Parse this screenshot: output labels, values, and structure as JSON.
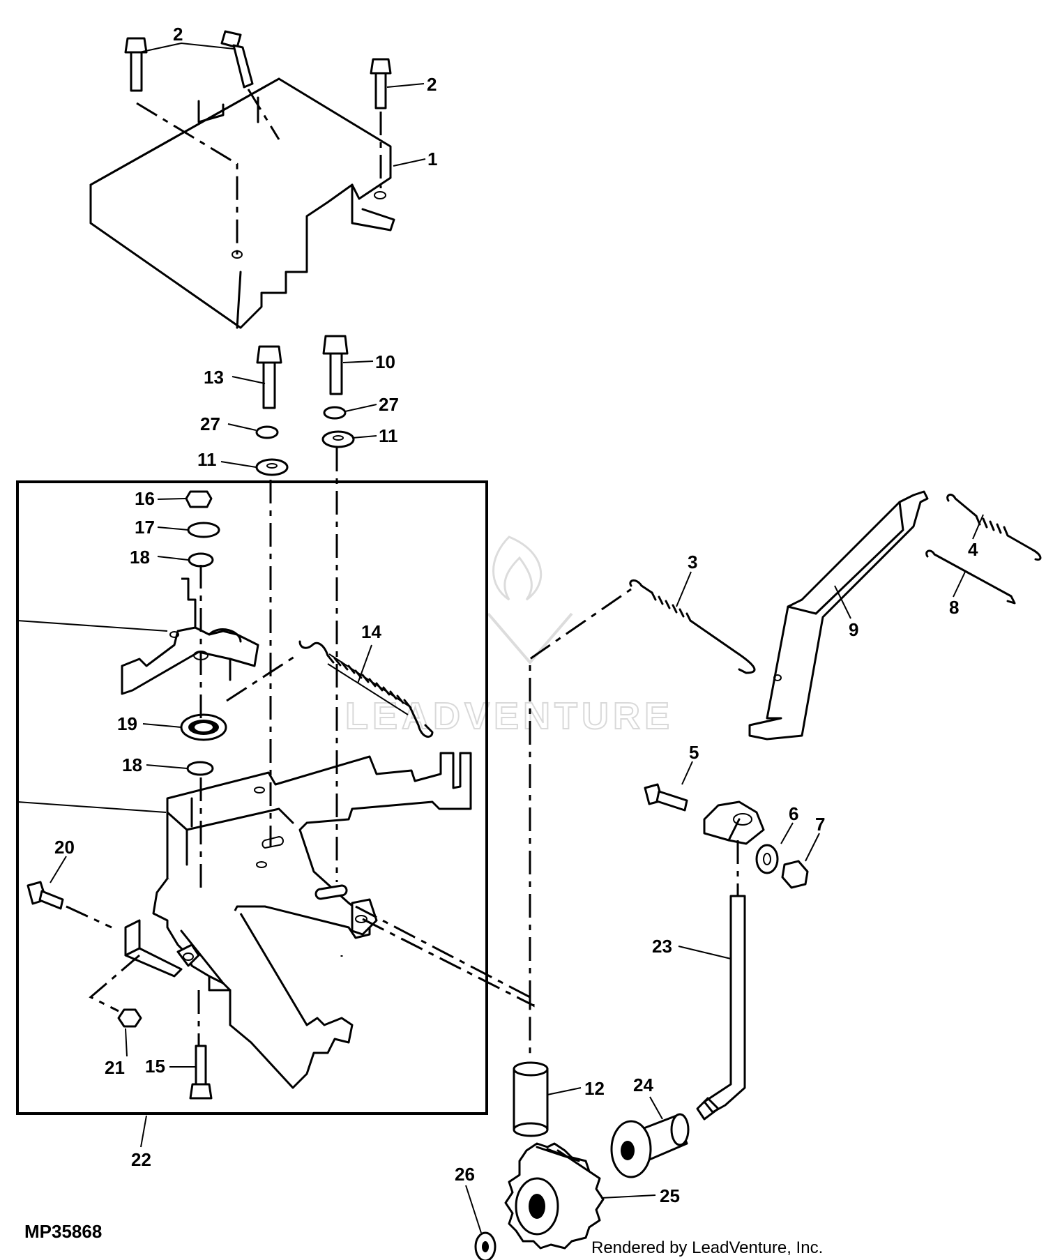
{
  "figure": {
    "id": "MP35868",
    "credit": "Rendered by LeadVenture, Inc.",
    "watermark": "LEADVENTURE"
  },
  "callouts": [
    {
      "key": "c2a",
      "label": "2"
    },
    {
      "key": "c2b",
      "label": "2"
    },
    {
      "key": "c1",
      "label": "1"
    },
    {
      "key": "c13",
      "label": "13"
    },
    {
      "key": "c10",
      "label": "10"
    },
    {
      "key": "c27a",
      "label": "27"
    },
    {
      "key": "c27b",
      "label": "27"
    },
    {
      "key": "c11a",
      "label": "11"
    },
    {
      "key": "c11b",
      "label": "11"
    },
    {
      "key": "c16",
      "label": "16"
    },
    {
      "key": "c17",
      "label": "17"
    },
    {
      "key": "c18a",
      "label": "18"
    },
    {
      "key": "c14",
      "label": "14"
    },
    {
      "key": "c19",
      "label": "19"
    },
    {
      "key": "c18b",
      "label": "18"
    },
    {
      "key": "c20",
      "label": "20"
    },
    {
      "key": "c21",
      "label": "21"
    },
    {
      "key": "c15",
      "label": "15"
    },
    {
      "key": "c22",
      "label": "22"
    },
    {
      "key": "c3",
      "label": "3"
    },
    {
      "key": "c9",
      "label": "9"
    },
    {
      "key": "c4",
      "label": "4"
    },
    {
      "key": "c8",
      "label": "8"
    },
    {
      "key": "c5",
      "label": "5"
    },
    {
      "key": "c6",
      "label": "6"
    },
    {
      "key": "c7",
      "label": "7"
    },
    {
      "key": "c23",
      "label": "23"
    },
    {
      "key": "c12",
      "label": "12"
    },
    {
      "key": "c24",
      "label": "24"
    },
    {
      "key": "c26",
      "label": "26"
    },
    {
      "key": "c25",
      "label": "25"
    }
  ]
}
